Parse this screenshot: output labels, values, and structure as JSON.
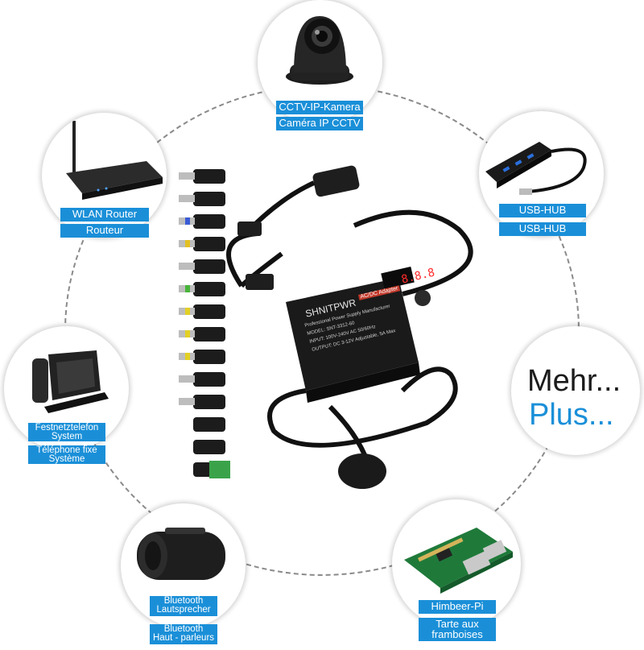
{
  "devices": {
    "camera": {
      "label1": "CCTV-IP-Kamera",
      "label2": "Caméra IP CCTV"
    },
    "router": {
      "label1": "WLAN Router",
      "label2": "Routeur"
    },
    "usbhub": {
      "label1": "USB-HUB",
      "label2": "USB-HUB"
    },
    "phone": {
      "label1a": "Festnetztelefon",
      "label1b": "System",
      "label2a": "Téléphone fixe",
      "label2b": "Système"
    },
    "more": {
      "line1": "Mehr...",
      "line2": "Plus..."
    },
    "speaker": {
      "label1a": "Bluetooth",
      "label1b": "Lautsprecher",
      "label2a": "Bluetooth",
      "label2b": "Haut - parleurs"
    },
    "raspberry": {
      "label1": "Himbeer-Pi",
      "label2a": "Tarte aux",
      "label2b": "framboises"
    }
  },
  "adapter": {
    "brand": "SHNITPWR",
    "badge": "AC/DC Adapter",
    "display": "8.8.8",
    "line1": "Professional Power Supply Manufacturer",
    "line2": "MODEL: SNT-3312-60",
    "line3": "INPUT: 100V-240V AC 50/60Hz",
    "line4": "OUTPUT: DC 3-12V Adjustable, 5A Max"
  },
  "colors": {
    "accent": "#1a8fd8",
    "ring": "#8a8a8a"
  }
}
